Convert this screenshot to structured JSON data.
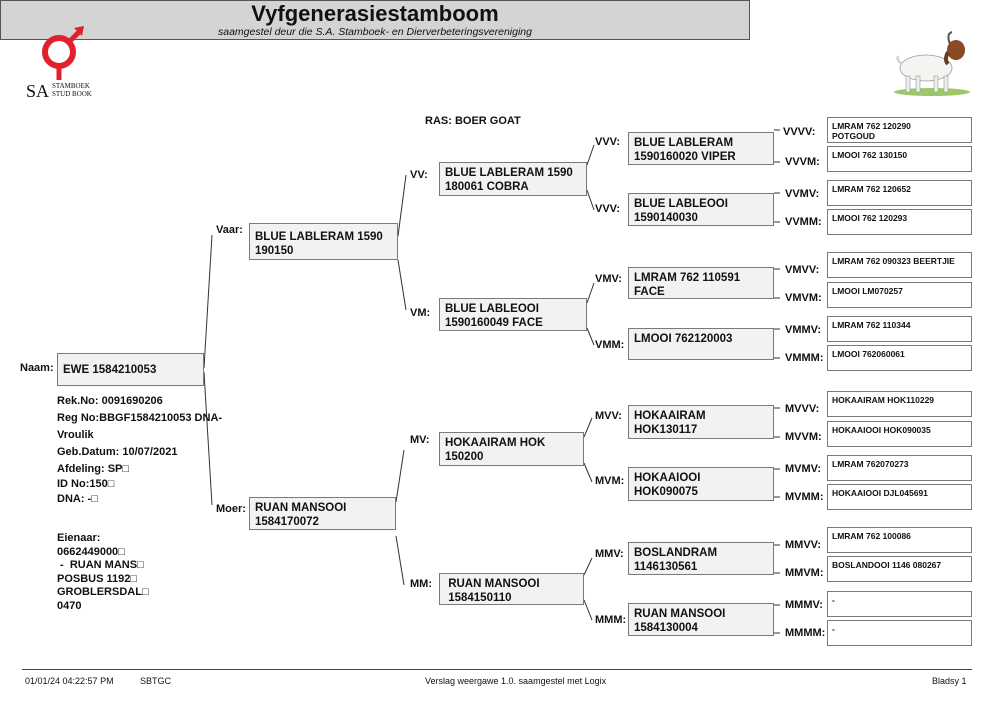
{
  "header": {
    "logo_abbr": "SA",
    "logo_line1": "STAMBOEK",
    "logo_line2": "STUD BOOK",
    "title": "Vyfgenerasiestamboom",
    "subtitle": "saamgestel deur die S.A. Stamboek- en Dierverbeteringsvereniging",
    "ras": "RAS: BOER GOAT"
  },
  "animal": {
    "naam_label": "Naam:",
    "naam": "EWE 1584210053",
    "rek": "Rek.No: 0091690206",
    "reg": "Reg No:BBGF1584210053 DNA-",
    "sex": "Vroulik",
    "geb": "Geb.Datum: 10/07/2021",
    "afdeling": "Afdeling: SP□",
    "id": "ID No:150□",
    "dna": "DNA: -□"
  },
  "owner": {
    "label": "Eienaar:",
    "phone": "0662449000□",
    "name": " -  RUAN MANS□",
    "address1": "POSBUS 1192□",
    "address2": "GROBLERSDAL□",
    "code": "0470"
  },
  "gen1": [
    {
      "label": "Vaar:",
      "name": "BLUE LABLERAM 1590\n190150"
    },
    {
      "label": "Moer:",
      "name": "RUAN MANSOOI\n1584170072"
    }
  ],
  "gen2": [
    {
      "label": "VV:",
      "name": "BLUE LABLERAM 1590\n180061 COBRA"
    },
    {
      "label": "VM:",
      "name": "BLUE LABLEOOI\n1590160049 FACE"
    },
    {
      "label": "MV:",
      "name": "HOKAAIRAM HOK\n150200"
    },
    {
      "label": "MM:",
      "name": " RUAN MANSOOI\n 1584150110"
    }
  ],
  "gen3": [
    {
      "label": "VVV:",
      "name": "BLUE LABLERAM\n1590160020 VIPER"
    },
    {
      "label": "VVV:",
      "name": "BLUE LABLEOOI\n1590140030"
    },
    {
      "label": "VMV:",
      "name": "LMRAM 762 110591\nFACE"
    },
    {
      "label": "VMM:",
      "name": "LMOOI 762120003"
    },
    {
      "label": "MVV:",
      "name": "HOKAAIRAM\nHOK130117"
    },
    {
      "label": "MVM:",
      "name": "HOKAAIOOI\nHOK090075"
    },
    {
      "label": "MMV:",
      "name": "BOSLANDRAM\n1146130561"
    },
    {
      "label": "MMM:",
      "name": "RUAN MANSOOI\n1584130004"
    }
  ],
  "gen4": [
    {
      "label": "VVVV:",
      "name": "LMRAM 762 120290\nPOTGOUD"
    },
    {
      "label": "VVVM:",
      "name": "LMOOI 762 130150"
    },
    {
      "label": "VVMV:",
      "name": "LMRAM 762 120652"
    },
    {
      "label": "VVMM:",
      "name": "LMOOI 762 120293"
    },
    {
      "label": "VMVV:",
      "name": "LMRAM 762 090323 BEERTJIE"
    },
    {
      "label": "VMVM:",
      "name": "LMOOI LM070257"
    },
    {
      "label": "VMMV:",
      "name": "LMRAM 762 110344"
    },
    {
      "label": "VMMM:",
      "name": "LMOOI 762060061"
    },
    {
      "label": "MVVV:",
      "name": "HOKAAIRAM HOK110229"
    },
    {
      "label": "MVVM:",
      "name": "HOKAAIOOI HOK090035"
    },
    {
      "label": "MVMV:",
      "name": "LMRAM 762070273"
    },
    {
      "label": "MVMM:",
      "name": "HOKAAIOOI DJL045691"
    },
    {
      "label": "MMVV:",
      "name": "LMRAM 762 100086"
    },
    {
      "label": "MMVM:",
      "name": "BOSLANDOOI 1146 080267"
    },
    {
      "label": "MMMV:",
      "name": "-"
    },
    {
      "label": "MMMM:",
      "name": "-"
    }
  ],
  "footer": {
    "datetime": "01/01/24 04:22:57 PM",
    "code": "SBTGC",
    "version": "Verslag weergawe 1.0. saamgestel met Logix",
    "page": "Bladsy 1"
  }
}
